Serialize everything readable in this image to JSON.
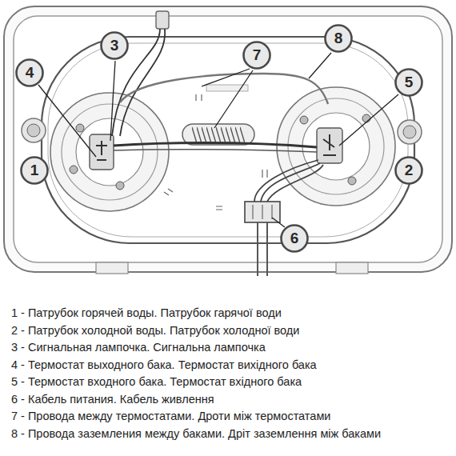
{
  "diagram": {
    "nodes": [
      {
        "text": [
          "8"
        ]
      },
      {
        "text": [
          "3"
        ]
      },
      {
        "text": [
          "7"
        ]
      },
      {
        "text": [
          "4"
        ]
      },
      {
        "text": [
          "5"
        ]
      },
      {
        "text": [
          "1"
        ]
      },
      {
        "text": [
          "2"
        ]
      },
      {
        "text": [
          "6"
        ]
      }
    ],
    "edges": [],
    "labels": [
      "1 - Патрубок горячей воды. Патрубок гарячої води",
      "2 - Патрубок холодной воды. Патрубок холодної води",
      "3 - Сигнальная лампочка. Сигнальна лампочка",
      "4 - Термостат выходного бака. Термостат вихідного бака",
      "5 - Термостат входного бака. Термостат вхідного бака",
      "6 - Кабель питания. Кабель живлення",
      "7 - Провода между термостатами. Дроти між термостатами",
      "8 - Провода заземления между баками. Дріт заземлення між баками"
    ]
  }
}
